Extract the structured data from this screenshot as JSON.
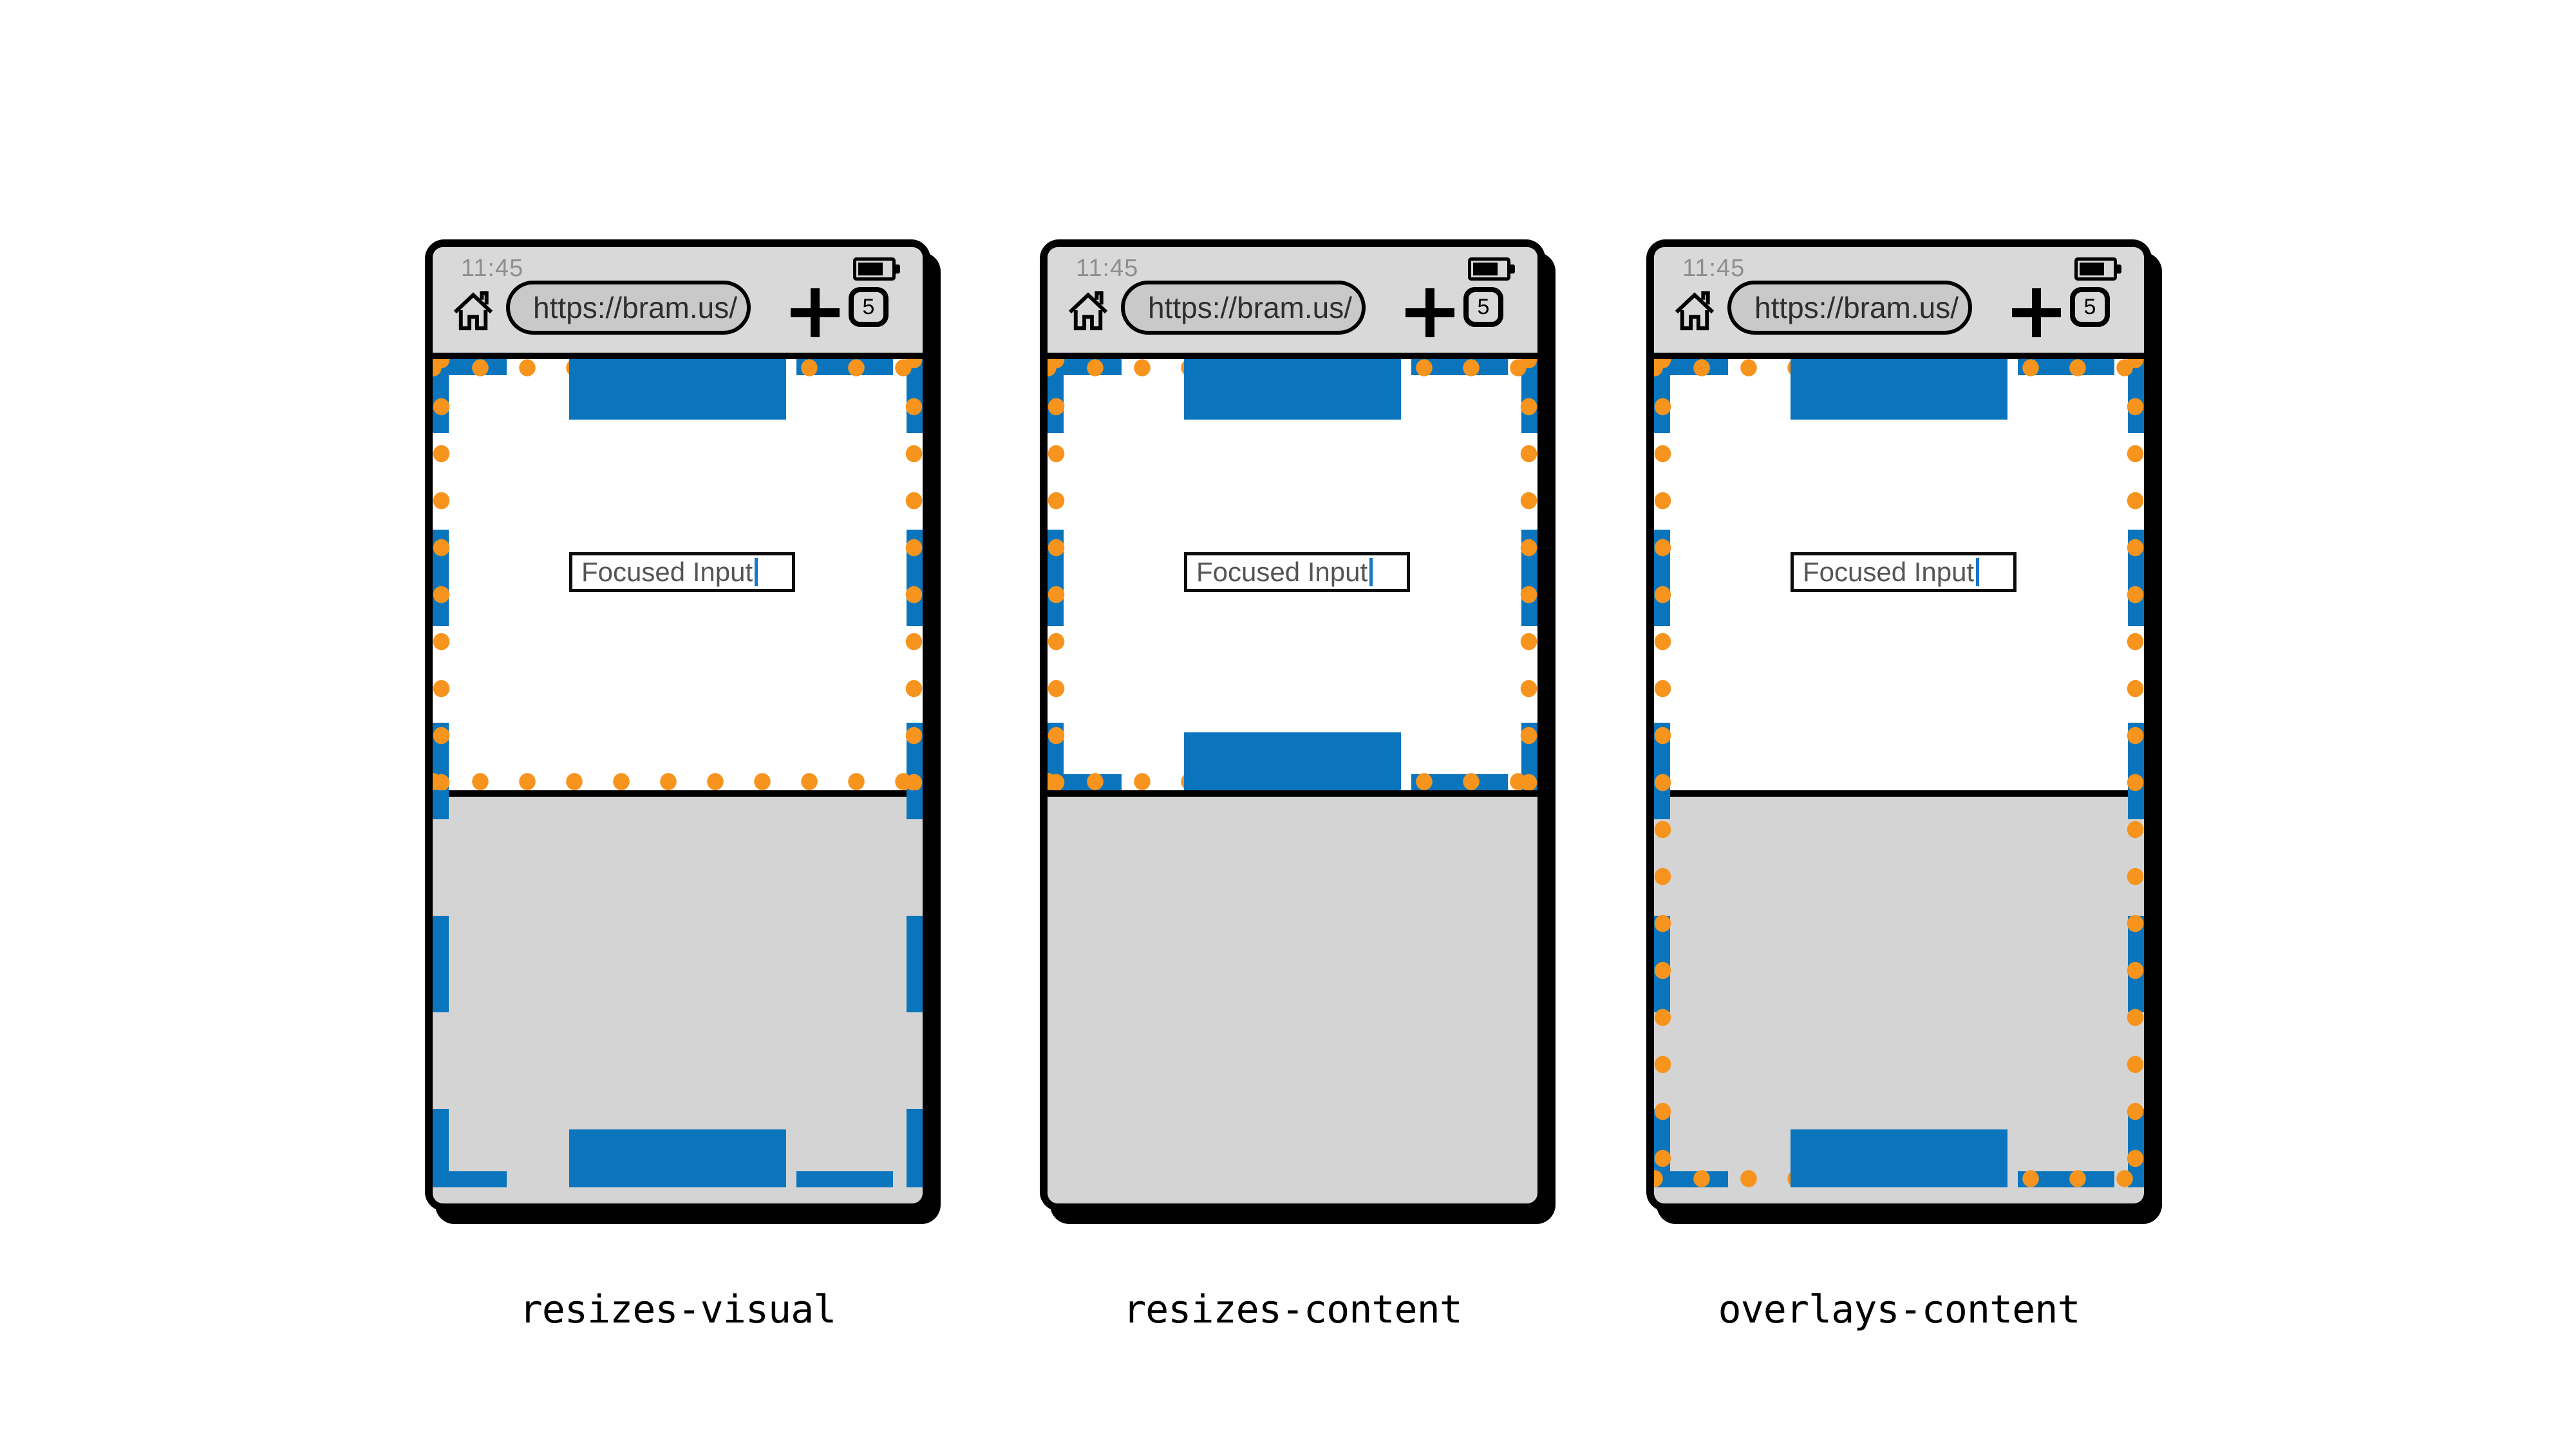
{
  "phones": [
    {
      "variant": "resizes-visual",
      "label": "resizes-visual",
      "status_time": "11:45",
      "url": "https://bram.us/",
      "tab_count": "5",
      "input_value": "Focused Input"
    },
    {
      "variant": "resizes-content",
      "label": "resizes-content",
      "status_time": "11:45",
      "url": "https://bram.us/",
      "tab_count": "5",
      "input_value": "Focused Input"
    },
    {
      "variant": "overlays-content",
      "label": "overlays-content",
      "status_time": "11:45",
      "url": "https://bram.us/",
      "tab_count": "5",
      "input_value": "Focused Input"
    }
  ],
  "icons": {
    "home": "home-icon",
    "battery": "battery-icon",
    "plus": "plus-icon",
    "layout_viewport_border": "blue-dashed-border",
    "visual_viewport_border": "orange-dotted-border"
  },
  "colors": {
    "blue": "#0a75bd",
    "orange": "#f7941d",
    "chrome_bg": "#d9d9d9",
    "keyboard_bg": "#d4d4d4",
    "url_pill_bg": "#c9c9c9",
    "caret": "#1778c8"
  }
}
